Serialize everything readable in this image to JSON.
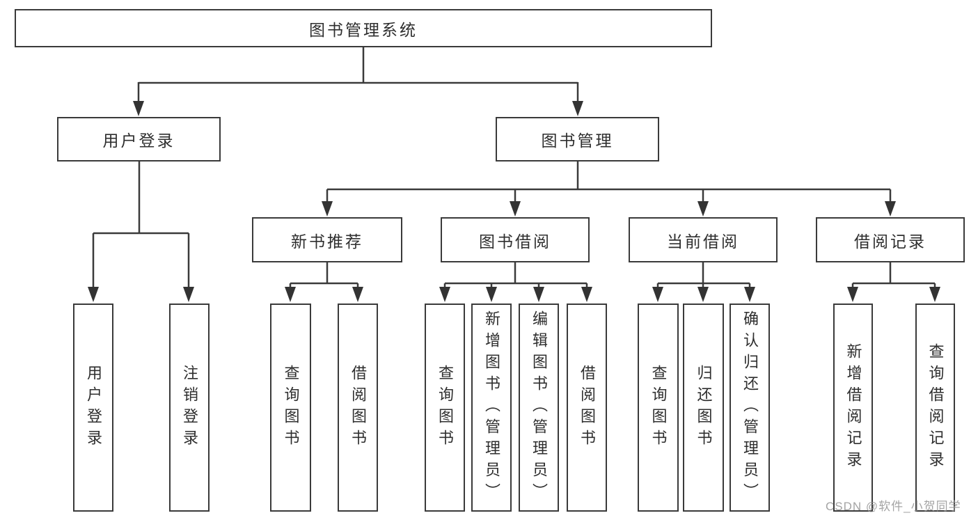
{
  "diagram": {
    "tree": {
      "label": "图书管理系统",
      "children": [
        {
          "label": "用户登录",
          "children": [
            {
              "label": "用户登录"
            },
            {
              "label": "注销登录"
            }
          ]
        },
        {
          "label": "图书管理",
          "children": [
            {
              "label": "新书推荐",
              "children": [
                {
                  "label": "查询图书"
                },
                {
                  "label": "借阅图书"
                }
              ]
            },
            {
              "label": "图书借阅",
              "children": [
                {
                  "label": "查询图书"
                },
                {
                  "label": "新增图书（管理员）"
                },
                {
                  "label": "编辑图书（管理员）"
                },
                {
                  "label": "借阅图书"
                }
              ]
            },
            {
              "label": "当前借阅",
              "children": [
                {
                  "label": "查询图书"
                },
                {
                  "label": "归还图书"
                },
                {
                  "label": "确认归还（管理员）"
                }
              ]
            },
            {
              "label": "借阅记录",
              "children": [
                {
                  "label": "新增借阅记录"
                },
                {
                  "label": "查询借阅记录"
                }
              ]
            }
          ]
        }
      ]
    },
    "colors": {
      "box_border": "#3a3a3a",
      "line": "#3a3a3a",
      "arrow_fill": "#333333",
      "text": "#2e2e2e",
      "background": "#ffffff",
      "watermark": "#949494"
    }
  },
  "watermark": {
    "text": "CSDN @软件_小贺同学"
  }
}
